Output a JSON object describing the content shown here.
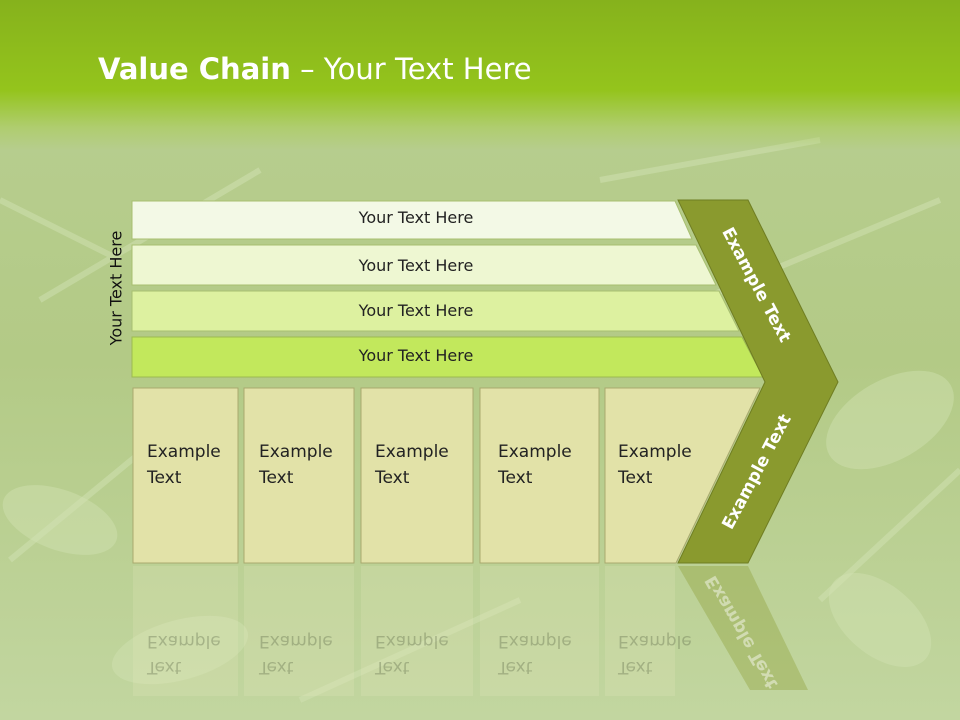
{
  "title": {
    "bold": "Value Chain",
    "rest": " – Your Text Here"
  },
  "side_label": "Your Text Here",
  "rows": [
    {
      "label": "Your Text Here",
      "color": "#f3f9e6"
    },
    {
      "label": "Your Text Here",
      "color": "#eef7d2"
    },
    {
      "label": "Your Text Here",
      "color": "#ddf1a0"
    },
    {
      "label": "Your Text Here",
      "color": "#c2e85c"
    }
  ],
  "cells": [
    {
      "line1": "Example",
      "line2": "Text"
    },
    {
      "line1": "Example",
      "line2": "Text"
    },
    {
      "line1": "Example",
      "line2": "Text"
    },
    {
      "line1": "Example",
      "line2": "Text"
    },
    {
      "line1": "Example",
      "line2": "Text"
    }
  ],
  "chevron": {
    "top_label": "Example Text",
    "bottom_label": "Example Text",
    "color": "#8a9a2e"
  },
  "colors": {
    "header": "#94c41c",
    "cell": "#e2e2a8"
  }
}
